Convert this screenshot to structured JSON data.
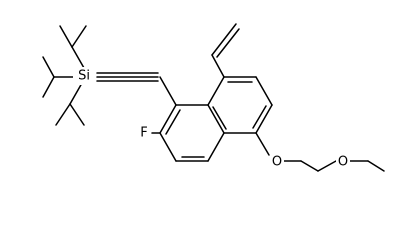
{
  "molecule": {
    "atoms": {
      "silicon": "Si",
      "fluorine": "F",
      "ether_oxygen_1": "O",
      "ether_oxygen_2": "O"
    }
  },
  "colors": {
    "bond": "#000000",
    "label": "#000000",
    "background": "#ffffff"
  }
}
